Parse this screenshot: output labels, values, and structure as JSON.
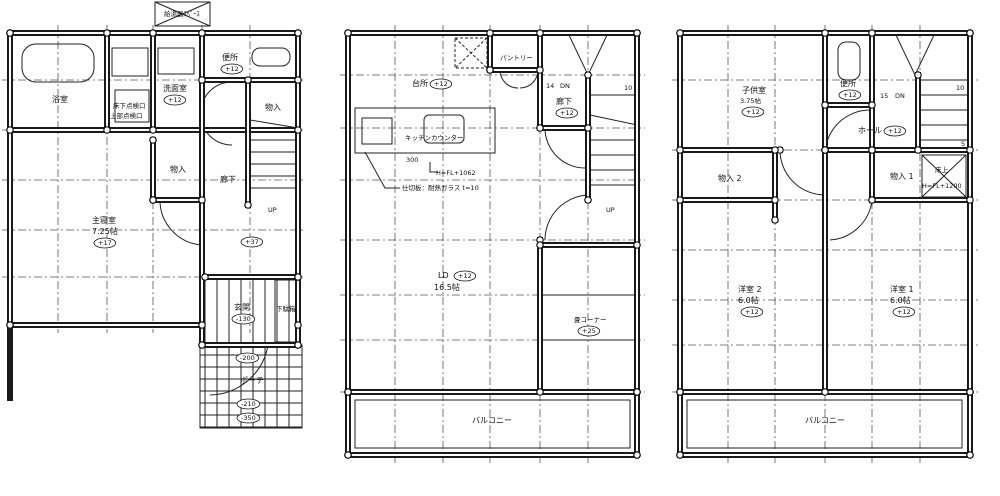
{
  "floor1": {
    "water_heater": "給湯器ｽﾍﾟｰｽ",
    "bath": "浴室",
    "washroom": "洗面室",
    "washroom_level": "+12",
    "toilet": "便所",
    "toilet_level": "+12",
    "hatch_line1": "床下点検口",
    "hatch_line2": "上部点検口",
    "closet_a": "物入",
    "closet_b": "物入",
    "hall": "廊下",
    "hall_level": "+37",
    "stair_up": "UP",
    "bedroom": "主寝室",
    "bedroom_size": "7.25帖",
    "bedroom_level": "+17",
    "entrance": "玄関",
    "entrance_level": "-130",
    "shoe_box": "下駄箱",
    "porch": "ポーチ",
    "porch_level1": "-200",
    "porch_level2": "-210",
    "porch_level3": "-350"
  },
  "floor2": {
    "kitchen": "台所",
    "kitchen_level": "+12",
    "pantry": "パントリー",
    "stair_dn_num": "14",
    "stair_dn": "DN",
    "stair_top_num": "10",
    "hall": "廊下",
    "hall_level": "+12",
    "counter": "キッチンカウンター",
    "counter_dim": "300",
    "counter_height": "H=FL+1062",
    "partition": "仕切板：耐熱ガラス t=10",
    "stair_up": "UP",
    "ld": "LD",
    "ld_level": "+12",
    "ld_size": "16.5帖",
    "tatami": "畳コーナー",
    "tatami_level": "+25",
    "balcony": "バルコニー"
  },
  "floor3": {
    "kids_room": "子供室",
    "kids_size": "3.75帖",
    "kids_level": "+12",
    "toilet": "便所",
    "toilet_level": "+12",
    "stair_dn_num": "15",
    "stair_dn": "DN",
    "stair_top_num": "10",
    "stair_mid_num": "5",
    "hall": "ホール",
    "hall_level": "+12",
    "closet2": "物入 2",
    "closet1": "物入 1",
    "raised": "床上",
    "raised_height": "H=FL+1200",
    "room2": "洋室 2",
    "room2_size": "6.0帖",
    "room2_level": "+12",
    "room1": "洋室 1",
    "room1_size": "6.0帖",
    "room1_level": "+12",
    "balcony": "バルコニー"
  }
}
